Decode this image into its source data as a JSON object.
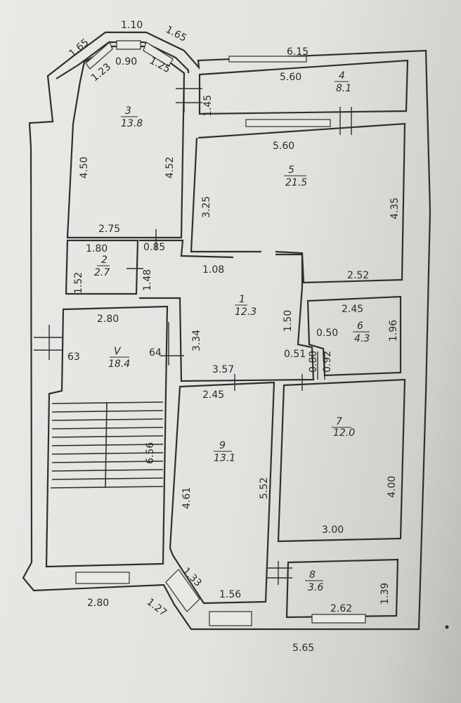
{
  "rooms": [
    {
      "id": "1",
      "number": "1",
      "area": "12.3"
    },
    {
      "id": "2",
      "number": "2",
      "area": "2.7"
    },
    {
      "id": "3",
      "number": "3",
      "area": "13.8"
    },
    {
      "id": "4",
      "number": "4",
      "area": "8.1"
    },
    {
      "id": "5",
      "number": "5",
      "area": "21.5"
    },
    {
      "id": "6",
      "number": "6",
      "area": "4.3"
    },
    {
      "id": "7",
      "number": "7",
      "area": "12.0"
    },
    {
      "id": "8",
      "number": "8",
      "area": "3.6"
    },
    {
      "id": "9",
      "number": "9",
      "area": "13.1"
    },
    {
      "id": "V",
      "number": "V",
      "area": "18.4"
    }
  ],
  "dimensions": [
    "1.10",
    "1.65",
    "1.65",
    "1.23",
    "0.90",
    "1.25",
    "6.15",
    "5.60",
    "1.45",
    "4.50",
    "4.52",
    "5.60",
    "3.25",
    "4.35",
    "2.75",
    "1.80",
    "0.85",
    "1.52",
    "1.48",
    "1.08",
    "2.52",
    "1.50",
    "2.45",
    "0.50",
    "1.96",
    "2.80",
    "3.34",
    "63",
    "64",
    "0.51",
    "0.80",
    "0.92",
    "3.57",
    "2.45",
    "6.56",
    "4.61",
    "5.52",
    "4.00",
    "3.00",
    "1.33",
    "1.56",
    "1.39",
    "2.62",
    "2.80",
    "1.27",
    "5.65"
  ]
}
